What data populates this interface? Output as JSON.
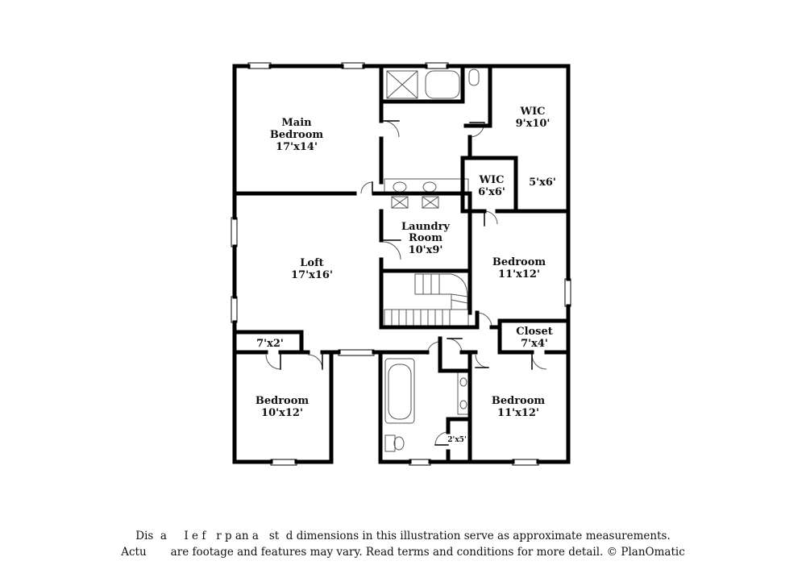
{
  "floorplan": {
    "colors": {
      "wall": "#000000",
      "background": "#ffffff",
      "text": "#111111",
      "fixture": "#555555"
    },
    "rooms": [
      {
        "id": "main-bedroom",
        "name_lines": [
          "Main",
          "Bedroom"
        ],
        "dims": "17'x14'"
      },
      {
        "id": "wic-1",
        "name_lines": [
          "WIC"
        ],
        "dims": "9'x10'"
      },
      {
        "id": "wic-2",
        "name_lines": [
          "WIC"
        ],
        "dims": "6'x6'"
      },
      {
        "id": "closet-5x6",
        "name_lines": [],
        "dims": "5'x6'"
      },
      {
        "id": "laundry-room",
        "name_lines": [
          "Laundry",
          "Room"
        ],
        "dims": "10'x9'"
      },
      {
        "id": "loft",
        "name_lines": [
          "Loft"
        ],
        "dims": "17'x16'"
      },
      {
        "id": "bedroom-right-top",
        "name_lines": [
          "Bedroom"
        ],
        "dims": "11'x12'"
      },
      {
        "id": "closet-right",
        "name_lines": [
          "Closet"
        ],
        "dims": "7'x4'"
      },
      {
        "id": "closet-7x2",
        "name_lines": [],
        "dims": "7'x2'"
      },
      {
        "id": "bedroom-left-bottom",
        "name_lines": [
          "Bedroom"
        ],
        "dims": "10'x12'"
      },
      {
        "id": "bedroom-right-bottom",
        "name_lines": [
          "Bedroom"
        ],
        "dims": "11'x12'"
      },
      {
        "id": "closet-2x5",
        "name_lines": [],
        "dims": "2'x5'"
      }
    ]
  },
  "disclaimer": {
    "line1": "Dis  a     I e f   r p an a   st  d dimensions in this illustration serve as approximate measurements.",
    "line2": "Actu       are footage and features may vary. Read terms and conditions for more detail. © PlanOmatic"
  }
}
